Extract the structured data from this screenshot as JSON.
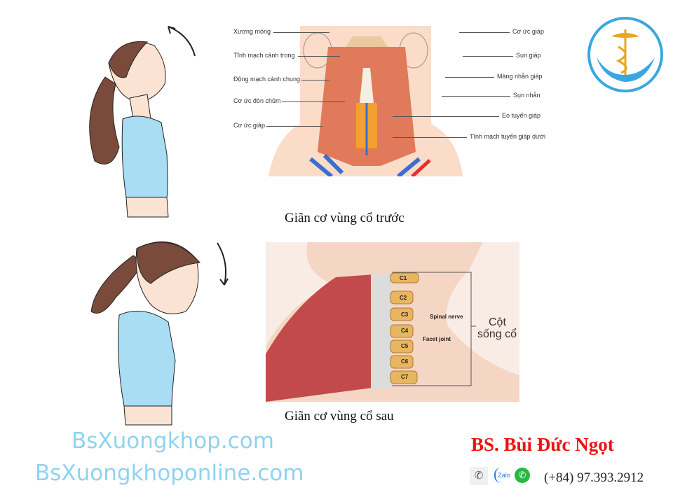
{
  "front_diagram": {
    "labels_left": [
      "Xương móng",
      "Tĩnh mạch cảnh trong",
      "Động mạch cảnh chung",
      "Cơ ức đòn chũm",
      "Cơ ức giáp"
    ],
    "labels_right": [
      "Cơ ức giáp",
      "Sụn giáp",
      "Màng nhẫn giáp",
      "Sụn nhẫn",
      "Eo tuyến giáp",
      "Tĩnh mạch tuyến giáp dưới"
    ],
    "caption": "Giãn cơ vùng cổ trước"
  },
  "back_diagram": {
    "vertebrae": [
      "C1",
      "C2",
      "C3",
      "C4",
      "C5",
      "C6",
      "C7"
    ],
    "spinal_nerve": "Spinal nerve",
    "facet_joint": "Facet joint",
    "bracket_label_1": "Cột",
    "bracket_label_2": "sống cổ",
    "caption": "Giãn cơ vùng cổ sau"
  },
  "websites": [
    "BsXuongkhop.com",
    "BsXuongkhoponline.com"
  ],
  "contact": {
    "doctor": "BS. Bùi Đức Ngọt",
    "phone": "(+84) 97.393.2912",
    "icons": [
      "phone-icon",
      "zalo-icon",
      "whatsapp-icon"
    ],
    "zalo_text": "Zalo"
  },
  "colors": {
    "accent_red": "#ee1111",
    "site_blue": "#8fd3f0",
    "logo_blue": "#3aa8e0"
  }
}
